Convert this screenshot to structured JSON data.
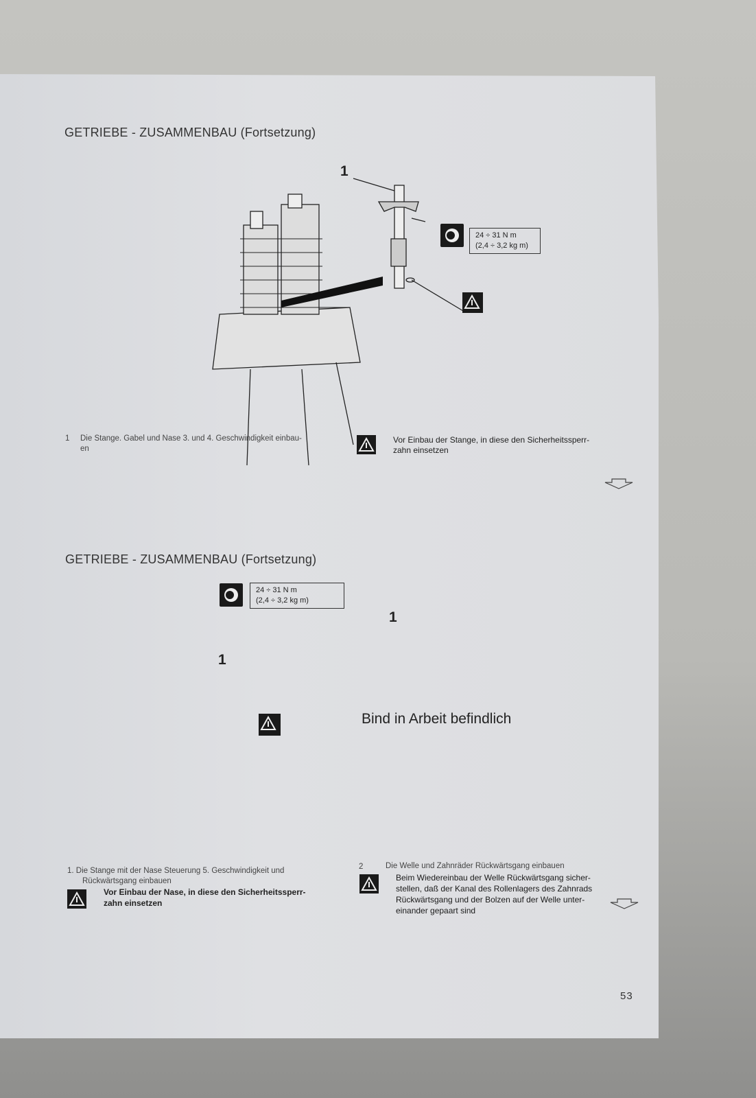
{
  "section1": {
    "title": "GETRIEBE - ZUSAMMENBAU (Fortsetzung)",
    "callout": "1",
    "torque_line1": "24 ÷ 31 N m",
    "torque_line2": "(2,4 ÷ 3,2 kg m)",
    "step_number": "1",
    "step_text": "Die Stange. Gabel und Nase 3. und 4. Geschwindigkeit einbau-",
    "step_text_cont": "en",
    "warning_text_line1": "Vor Einbau der Stange, in diese den Sicherheitssperr-",
    "warning_text_line2": "zahn einsetzen"
  },
  "section2": {
    "title": "GETRIEBE - ZUSAMMENBAU (Fortsetzung)",
    "torque_line1": "24 ÷ 31 N m",
    "torque_line2": "(2,4 ÷ 3,2 kg m)",
    "callout_a": "1",
    "callout_b": "1",
    "placeholder": "Bind in Arbeit befindlich",
    "step1_line1": "1. Die Stange mit der Nase Steuerung 5. Geschwindigkeit und",
    "step1_line2": "Rückwärtsgang einbauen",
    "warning1_line1": "Vor Einbau der Nase, in diese den Sicherheitssperr-",
    "warning1_line2": "zahn einsetzen",
    "step2_number": "2",
    "step2_text": "Die Welle und Zahnräder Rückwärtsgang einbauen",
    "warning2_line1": "Beim Wiedereinbau der Welle Rückwärtsgang sicher-",
    "warning2_line2": "stellen, daß der Kanal des Rollenlagers des Zahnrads",
    "warning2_line3": "Rückwärtsgang und der Bolzen auf der Welle unter-",
    "warning2_line4": "einander gepaart sind"
  },
  "page_number": "53"
}
